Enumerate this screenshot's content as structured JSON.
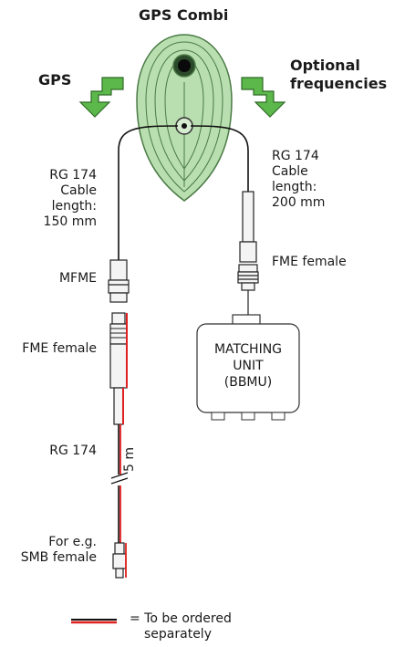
{
  "title": "GPS Combi",
  "left_arrow_label": "GPS",
  "right_arrow_label": [
    "Optional",
    "frequencies"
  ],
  "left_cable": [
    "RG 174",
    "Cable",
    "length:",
    "150 mm"
  ],
  "right_cable": [
    "RG 174",
    "Cable",
    "length:",
    "200 mm"
  ],
  "mfme_label": "MFME",
  "fme_female_left": "FME female",
  "fme_female_right": "FME female",
  "matching_unit": [
    "MATCHING",
    "UNIT",
    "(BBMU)"
  ],
  "rg174_label": "RG 174",
  "length_5m": "5 m",
  "smb_label": [
    "For e.g.",
    "SMB female"
  ],
  "legend_text": [
    "= To be ordered",
    "separately"
  ],
  "colors": {
    "antenna_fill": "#b9dfb0",
    "antenna_stroke": "#4a7a45",
    "arrow_green": "#5cb84a",
    "order_red": "#e02020"
  }
}
